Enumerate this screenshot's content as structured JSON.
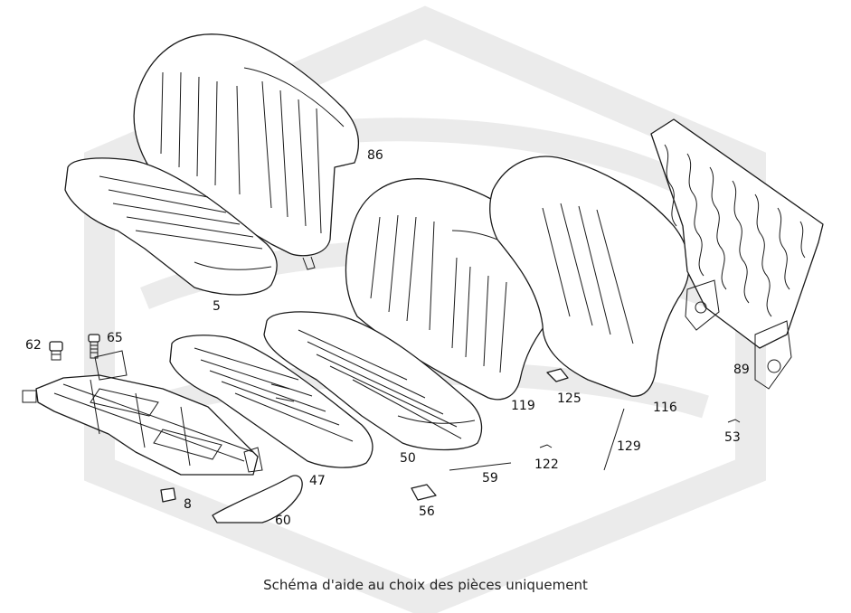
{
  "diagram": {
    "labels": {
      "p5": "5",
      "p8": "8",
      "p47": "47",
      "p50": "50",
      "p53": "53",
      "p56": "56",
      "p59": "59",
      "p60": "60",
      "p62": "62",
      "p65": "65",
      "p86": "86",
      "p89": "89",
      "p116": "116",
      "p119": "119",
      "p122": "122",
      "p125": "125",
      "p129": "129"
    },
    "caption": "Schéma d'aide au choix des pièces uniquement"
  }
}
